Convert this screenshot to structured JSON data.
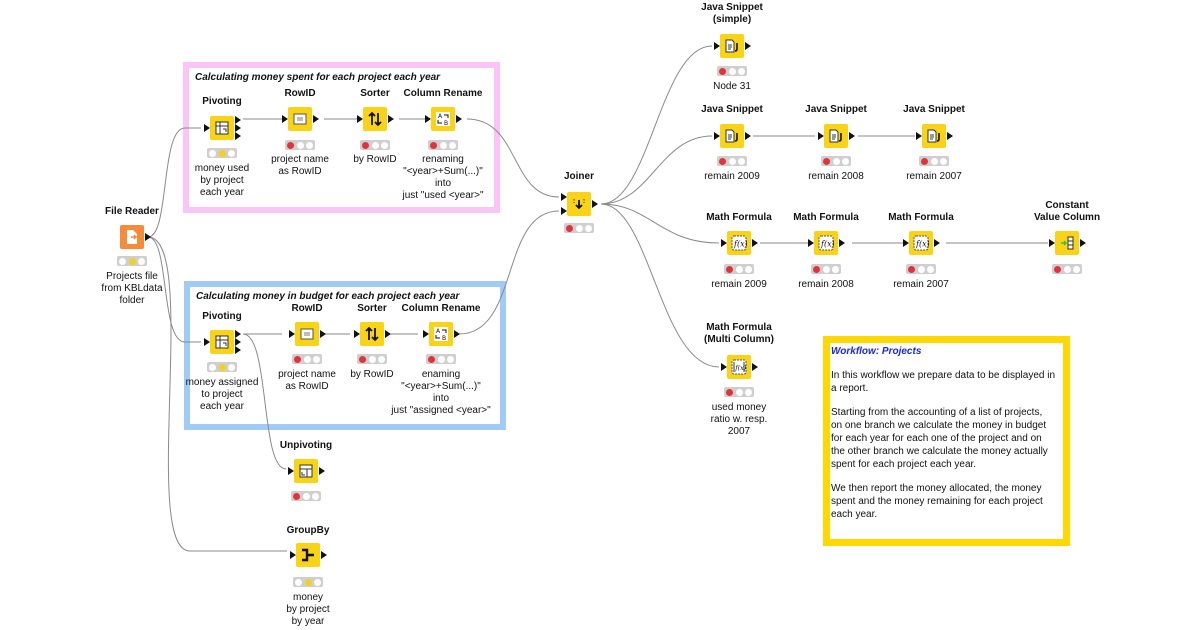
{
  "annotations": {
    "money_spent": {
      "title": "Calculating money spent for each project each year",
      "color": "#fbc4f8"
    },
    "money_budget": {
      "title": "Calculating money in budget for each project each year",
      "color": "#9fcbf6"
    },
    "workflow": {
      "title": "Workflow: Projects",
      "paragraphs": [
        "In this workflow we prepare data to be displayed in a report.",
        "Starting from the accounting of a list of projects, on one branch we calculate the money in budget for each year for each one of the project and on the other branch we calculate the money actually spent for each project each year.",
        "We then report the money allocated, the money spent and the money remaining for each project each year."
      ],
      "color": "#ffd800"
    }
  },
  "nodes": {
    "file_reader": {
      "title": "File Reader",
      "label": "Projects file\nfrom KBLdata\nfolder",
      "icon": "file-reader-icon",
      "status": "yellow"
    },
    "pivoting_spent": {
      "title": "Pivoting",
      "label": "money used\nby project\neach year",
      "icon": "pivot-icon",
      "status": "yellow"
    },
    "rowid_spent": {
      "title": "RowID",
      "label": "project name\nas RowID",
      "icon": "rowid-icon",
      "status": "red"
    },
    "sorter_spent": {
      "title": "Sorter",
      "label": "by RowID",
      "icon": "sort-icon",
      "status": "red"
    },
    "rename_spent": {
      "title": "Column Rename",
      "label": "renaming\n\"<year>+Sum(...)\"\ninto\njust \"used <year>\"",
      "icon": "rename-icon",
      "status": "red"
    },
    "pivoting_budget": {
      "title": "Pivoting",
      "label": "money assigned\nto project\neach year",
      "icon": "pivot-icon",
      "status": "yellow"
    },
    "rowid_budget": {
      "title": "RowID",
      "label": "project name\nas RowID",
      "icon": "rowid-icon",
      "status": "red"
    },
    "sorter_budget": {
      "title": "Sorter",
      "label": "by RowID",
      "icon": "sort-icon",
      "status": "red"
    },
    "rename_budget": {
      "title": "Column Rename",
      "label": "enaming\n\"<year>+Sum(...)\"\ninto\njust \"assigned <year>\"",
      "icon": "rename-icon",
      "status": "red"
    },
    "unpivoting": {
      "title": "Unpivoting",
      "label": "",
      "icon": "unpivot-icon",
      "status": "red"
    },
    "groupby": {
      "title": "GroupBy",
      "label": "money\nby project\nby year",
      "icon": "groupby-icon",
      "status": "yellow"
    },
    "joiner": {
      "title": "Joiner",
      "label": "",
      "icon": "joiner-icon",
      "status": "red"
    },
    "java_simple": {
      "title": "Java Snippet\n(simple)",
      "label": "Node 31",
      "icon": "java-icon",
      "status": "red"
    },
    "java_1": {
      "title": "Java Snippet",
      "label": "remain 2009",
      "icon": "java-icon",
      "status": "red"
    },
    "java_2": {
      "title": "Java Snippet",
      "label": "remain 2008",
      "icon": "java-icon",
      "status": "red"
    },
    "java_3": {
      "title": "Java Snippet",
      "label": "remain 2007",
      "icon": "java-icon",
      "status": "red"
    },
    "math_1": {
      "title": "Math Formula",
      "label": "remain 2009",
      "icon": "math-icon",
      "status": "red"
    },
    "math_2": {
      "title": "Math Formula",
      "label": "remain 2008",
      "icon": "math-icon",
      "status": "red"
    },
    "math_3": {
      "title": "Math Formula",
      "label": "remain 2007",
      "icon": "math-icon",
      "status": "red"
    },
    "constant": {
      "title": "Constant\nValue Column",
      "label": "",
      "icon": "constant-column-icon",
      "status": "red"
    },
    "math_multi": {
      "title": "Math Formula\n(Multi Column)",
      "label": "used money\nratio w. resp.\n2007",
      "icon": "math-multi-icon",
      "status": "red"
    }
  }
}
